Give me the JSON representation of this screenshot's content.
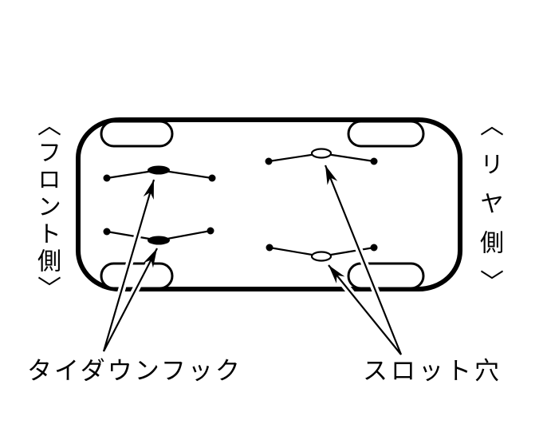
{
  "page": {
    "background_color": "#ffffff",
    "line_color": "#000000"
  },
  "labels": {
    "front_side": "〈フロント側〉",
    "rear_side": "〈リヤ側〉",
    "tiedown_hook": "タイダウンフック",
    "slot_hole": "スロット穴"
  },
  "figure": {
    "tiedown_hook_count": 2,
    "slot_hole_count": 2,
    "wheel_count": 4
  }
}
